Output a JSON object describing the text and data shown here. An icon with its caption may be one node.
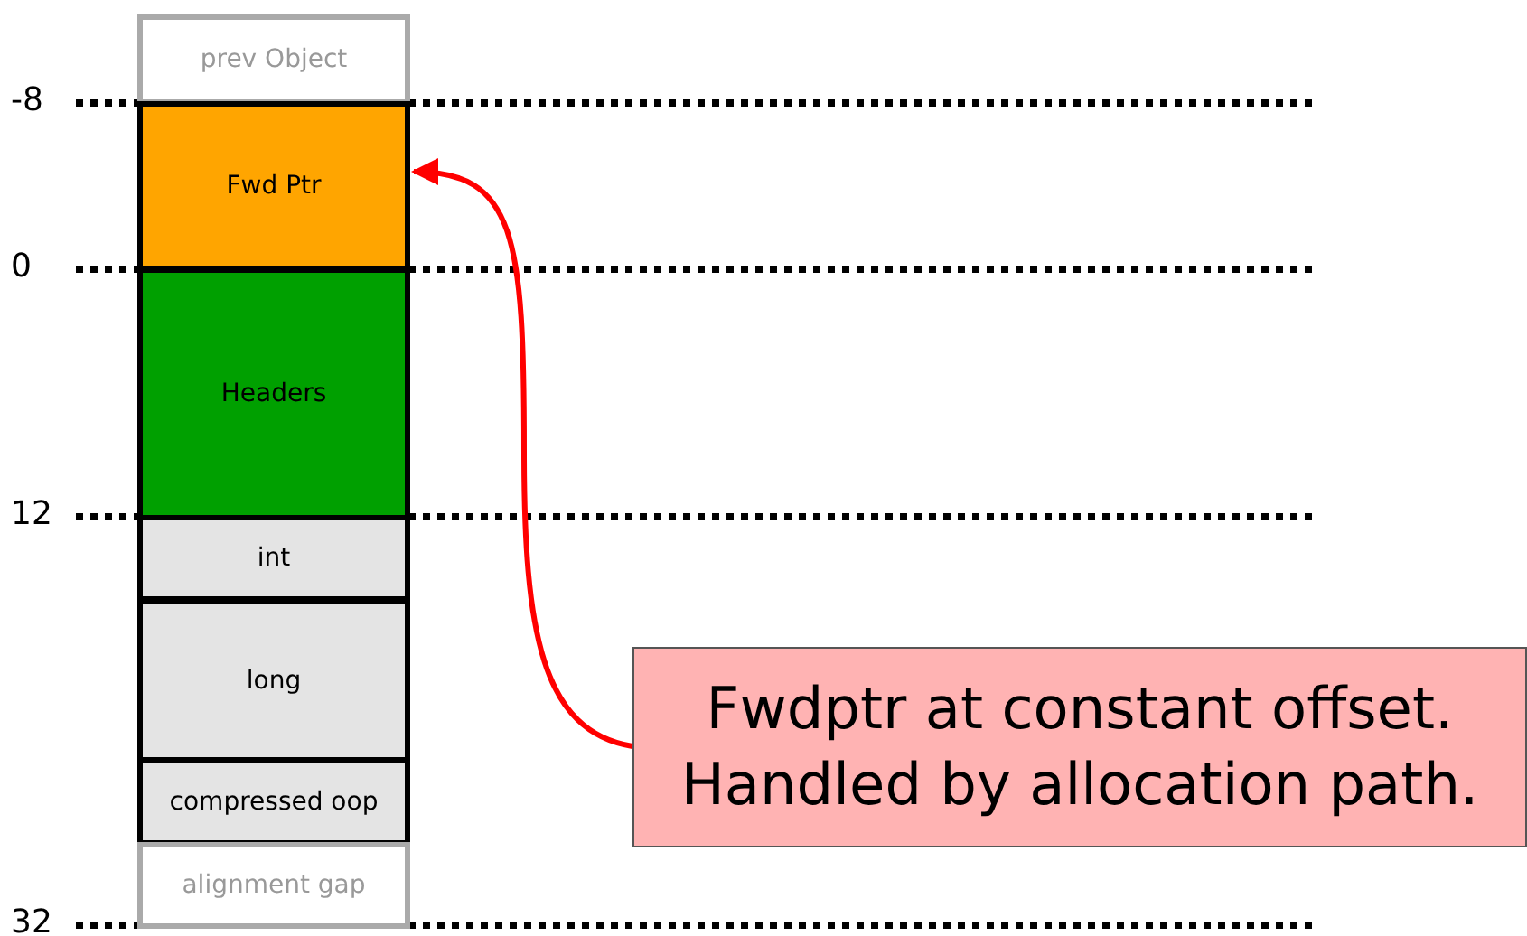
{
  "diagram": {
    "nodes": [
      {
        "text": [
          "prev Object"
        ]
      },
      {
        "text": [
          "Fwd Ptr"
        ]
      },
      {
        "text": [
          "Headers"
        ]
      },
      {
        "text": [
          "int"
        ]
      },
      {
        "text": [
          "long"
        ]
      },
      {
        "text": [
          "compressed oop"
        ]
      },
      {
        "text": [
          "alignment gap"
        ]
      },
      {
        "text": [
          "Fwdptr at constant offset. Handled by allocation path."
        ]
      }
    ],
    "edges": [
      {
        "from": 7,
        "to": 1,
        "arrow": "to",
        "color": "#ff0000"
      }
    ],
    "labels": [
      "-8",
      "0",
      "12",
      "32"
    ]
  }
}
